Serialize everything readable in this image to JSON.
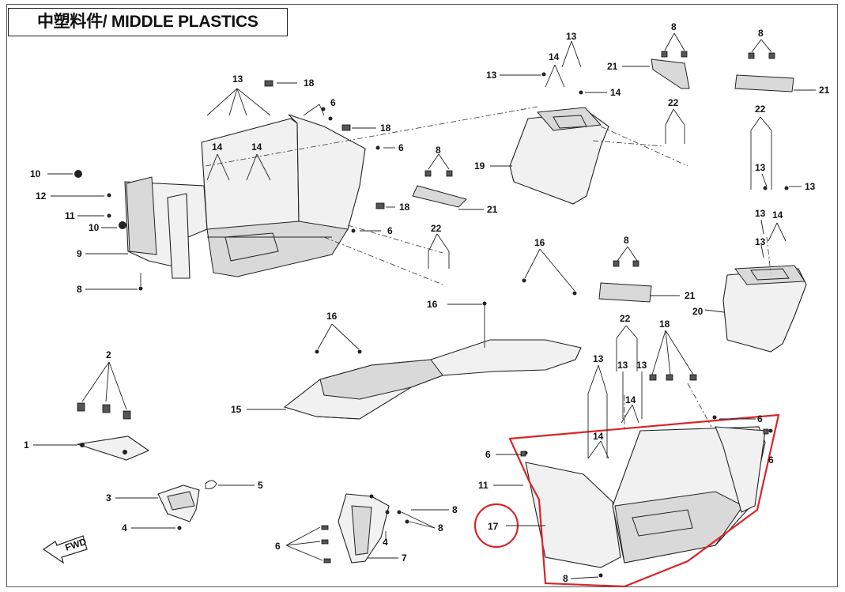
{
  "diagram": {
    "title": "中塑料件/ MIDDLE PLASTICS",
    "fwd_label": "FWD",
    "highlight_color": "#d7262b",
    "labels": {
      "a1": "1",
      "a2": "2",
      "a3": "3",
      "a4": "4",
      "a4b": "4",
      "a5": "5",
      "a6l1": "6",
      "a6l2": "6",
      "a6l3": "6",
      "a6b": "6",
      "a6r1": "6",
      "a6r2": "6",
      "a6r3": "6",
      "a7": "7",
      "a8l": "8",
      "a8c": "8",
      "a8m": "8",
      "a8r1": "8",
      "a8r2": "8",
      "a8b1": "8",
      "a8b2": "8",
      "a8bot": "8",
      "a9": "9",
      "a10a": "10",
      "a10b": "10",
      "a11l": "11",
      "a11r": "11",
      "a12": "12",
      "a13l": "13",
      "a13m1": "13",
      "a13m2": "13",
      "a13r1": "13",
      "a13r2": "13",
      "a13r3": "13",
      "a13b1": "13",
      "a13b2": "13",
      "a13b3": "13",
      "a14l1": "14",
      "a14l2": "14",
      "a14m1": "14",
      "a14m2": "14",
      "a14r": "14",
      "a14b1": "14",
      "a14b2": "14",
      "a15": "15",
      "a16a": "16",
      "a16b": "16",
      "a16c": "16",
      "a17": "17",
      "a18a": "18",
      "a18b": "18",
      "a18c": "18",
      "a18d": "18",
      "a19": "19",
      "a20": "20",
      "a21a": "21",
      "a21b": "21",
      "a21c": "21",
      "a21d": "21",
      "a22a": "22",
      "a22b": "22",
      "a22c": "22",
      "a22d": "22"
    }
  }
}
